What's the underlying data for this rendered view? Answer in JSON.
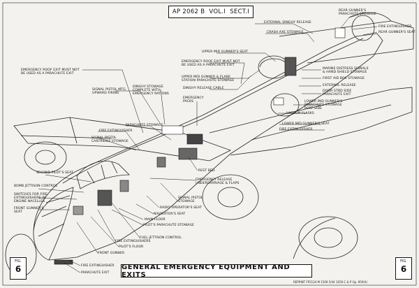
{
  "header": {
    "ap": "AP 2062 B",
    "vol": "VOL.I",
    "sect": "SECT.I"
  },
  "title": "GENERAL EMERGENCY EQUIPMENT AND EXITS",
  "figure": {
    "prefix": "FIG.",
    "number": "6"
  },
  "reprint": "REPRINT  FP2124  M    1509  5/44  1050   C & P   Gp. 959(4)",
  "labels": {
    "emergency_roof_exit_left": "EMERGENCY ROOF EXIT MUST NOT\nBE USED AS A PARACHUTE EXIT",
    "signal_pistol_mtg": "SIGNAL PISTOL MTG\nUPWARD FIRING",
    "dinghy_stowage": "DINGHY STOWAGE\nCOMPLETE WITH\nEMERGENCY RATIONS",
    "upper_mid_gunners_seat": "UPPER MID GUNNER'S SEAT",
    "emergency_roof_exit_right": "EMERGENCY ROOF EXIT MUST NOT\nBE USED AS A PARACHUTE EXIT",
    "upper_mid_gunner_flare": "UPPER MID GUNNER & FLARE\nSTATION PARACHUTE STOWAGE",
    "dinghy_release_cable": "DINGHY RELEASE CABLE",
    "emergency_packs": "EMERGENCY\nPACKS",
    "external_dinghy_release": "EXTERNAL DINGHY RELEASE",
    "crash_axe_stowage": "CRASH AXE STOWAGE",
    "rear_gunners_parachute": "REAR GUNNER'S\nPARACHUTE STOWAGE",
    "fire_extinguisher_tr": "FIRE EXTINGUISHER",
    "rear_gunners_seat": "REAR GUNNER'S SEAT",
    "marine_distress": "MARINE DISTRESS SIGNALS\n& HAND SHIELD STOWAGE",
    "first_aid_box": "FIRST AID BOX STOWAGE",
    "external_release": "EXTERNAL RELEASE",
    "door_side_exit": "DOOR STBD SIDE\nPARACHUTE EXIT",
    "lower_mid_gunners_parachute": "LOWER MID GUNNER'S\nPARACHUTE STOWAGE\nPORT SIDE",
    "vacuum_flasks": "VACUUM FLASKS",
    "lower_mid_gunners_seat": "LOWER MID GUNNER'S SEAT",
    "fire_extinguisher_mid": "FIRE EXTINGUISHER",
    "parachute_stowage_mid": "PARACHUTE STOWAGE",
    "fire_extinguisher_left": "FIRE EXTINGUISHER",
    "signal_pistol_cartridge": "SIGNAL PISTOL\nCARTRIDGE STOWAGE",
    "rest_bed": "REST BED",
    "emergency_release_undercarriage": "EMERGENCY RELEASE\nUNDERCARRIAGE & FLAPS",
    "signal_pistol_stowage": "SIGNAL PISTOL\nSTOWAGE",
    "radio_operators_seat": "RADIO OPERATOR'S SEAT",
    "navigators_seat": "NAVIGATOR'S SEAT",
    "main_floor": "MAIN FLOOR",
    "pilots_parachute_stowage": "PILOT'S PARACHUTE STOWAGE",
    "fuel_jettison_control": "FUEL JETTISON CONTROL",
    "fire_extinguishers": "FIRE EXTINGUISHERS",
    "pilots_floor": "PILOT'S FLOOR",
    "front_gunner": "FRONT GUNNER",
    "fire_extinguisher_bottom": "FIRE EXTINGUISHER",
    "parachute_exit": "PARACHUTE EXIT",
    "second_pilots_seat": "SECOND PILOT'S SEAT",
    "bomb_jettison_control": "BOMB JETTISON CONTROL",
    "switches_fire_ext": "SWITCHES FOR FIRE\nEXTINGUISHERS IN\nENGINE NACELLES",
    "front_gunners_seat": "FRONT GUNNER'S\nSEAT"
  }
}
